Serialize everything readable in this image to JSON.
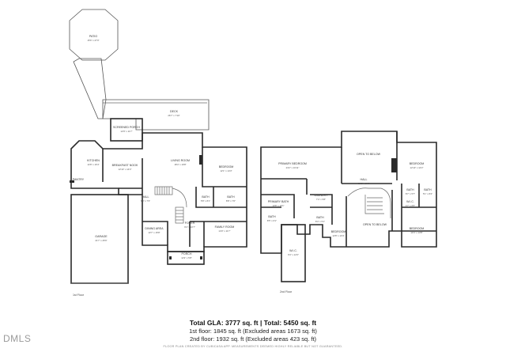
{
  "floor1": {
    "floor_label": "1st Floor",
    "rooms": {
      "patio": {
        "name": "PATIO",
        "dims": "15'6\" x 27'0\""
      },
      "deck": {
        "name": "DECK",
        "dims": "26'7\" x 7'10\""
      },
      "screened_porch": {
        "name": "SCREENED PORCH",
        "dims": "12'9\" x 11'7\""
      },
      "kitchen": {
        "name": "KITCHEN",
        "dims": "14'8\" x 16'4\""
      },
      "breakfast": {
        "name": "BREAKFAST NOOK",
        "dims": "12'10\" x 14'3\""
      },
      "living": {
        "name": "LIVING ROOM",
        "dims": "18'4\" x 19'8\""
      },
      "bedroom": {
        "name": "BEDROOM",
        "dims": "12'1\" x 14'3\""
      },
      "pantry": {
        "name": "PANTRY",
        "dims": ""
      },
      "hall": {
        "name": "HALL",
        "dims": "6'4\" x 7'3\""
      },
      "bath1": {
        "name": "BATH",
        "dims": "5'8\" x 8'1\""
      },
      "bath2": {
        "name": "BATH",
        "dims": "8'8\" x 7'0\""
      },
      "garage": {
        "name": "GARAGE",
        "dims": "21'7\" x 25'6\""
      },
      "dining": {
        "name": "DINING AREA",
        "dims": "13'7\" x 15'8\""
      },
      "foyer": {
        "name": "FOYER",
        "dims": "9'4\" x 10'7\""
      },
      "family": {
        "name": "FAMILY ROOM",
        "dims": "14'0\" x 11'7\""
      },
      "porch": {
        "name": "PORCH",
        "dims": "11'9\" x 5'8\""
      }
    }
  },
  "floor2": {
    "floor_label": "2nd Floor",
    "rooms": {
      "primary_bedroom": {
        "name": "PRIMARY BEDROOM",
        "dims": "23'2\" x 16'11\""
      },
      "open_below_top": {
        "name": "OPEN TO BELOW",
        "dims": ""
      },
      "bedroom_ne": {
        "name": "BEDROOM",
        "dims": "12'10\" x 14'3\""
      },
      "primary_bath": {
        "name": "PRIMARY BATH",
        "dims": "10'8\" x 10'1\""
      },
      "laundry": {
        "name": "LAUNDRY",
        "dims": "7'4\" x 5'8\""
      },
      "hall": {
        "name": "HALL",
        "dims": "23'0\" x 5'6\""
      },
      "bath_a": {
        "name": "BATH",
        "dims": "8'5\" x 6'1\""
      },
      "bath_b": {
        "name": "BATH",
        "dims": "8'4\" x 5'1\""
      },
      "bath_c": {
        "name": "BATH",
        "dims": "8'7\" x 5'7\""
      },
      "bath_d": {
        "name": "BATH",
        "dims": "5'1\" x 8'4\""
      },
      "wic_e": {
        "name": "W.I.C.",
        "dims": "4'7\" x 6'5\""
      },
      "wic": {
        "name": "W.I.C.",
        "dims": "9'4\" x 12'0\""
      },
      "bedroom_sw": {
        "name": "BEDROOM",
        "dims": "12'8\" x 13'4\""
      },
      "open_below_mid": {
        "name": "OPEN TO BELOW",
        "dims": ""
      },
      "bedroom_se": {
        "name": "BEDROOM",
        "dims": "13'4\" x 13'8\""
      }
    }
  },
  "summary": {
    "total": "Total GLA: 3777 sq. ft | Total: 5450 sq. ft",
    "first": "1st floor: 1845 sq. ft (Excluded areas 1673 sq. ft)",
    "second": "2nd floor: 1932 sq. ft (Excluded areas 423 sq. ft)",
    "note": "FLOOR PLAN CREATED BY CUBICASA APP. MEASUREMENTS DEEMED HIGHLY RELIABLE BUT NOT GUARANTEED."
  },
  "brand": "DMLS"
}
